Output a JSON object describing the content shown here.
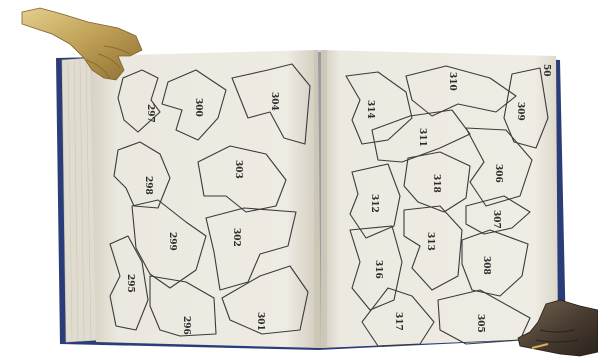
{
  "photo": {
    "subject": "",
    "colors": {
      "page": "#eeece4",
      "page_shadow": "#d9d5c8",
      "cover": "#2b3d78",
      "brass": "#c3a35a",
      "bronze": "#4b3e33",
      "ink": "#3b3b3b"
    }
  },
  "left_page": {
    "puzzles": [
      {
        "id": "p297",
        "label": "297"
      },
      {
        "id": "p300",
        "label": "300"
      },
      {
        "id": "p304",
        "label": "304"
      },
      {
        "id": "p298",
        "label": "298"
      },
      {
        "id": "p303",
        "label": "303"
      },
      {
        "id": "p299",
        "label": "299"
      },
      {
        "id": "p302",
        "label": "302"
      },
      {
        "id": "p295",
        "label": "295"
      },
      {
        "id": "p296",
        "label": "296"
      },
      {
        "id": "p301",
        "label": "301"
      }
    ]
  },
  "right_page": {
    "page_number": "50",
    "puzzles": [
      {
        "id": "p310",
        "label": "310"
      },
      {
        "id": "p314",
        "label": "314"
      },
      {
        "id": "p309",
        "label": "309"
      },
      {
        "id": "p311",
        "label": "311"
      },
      {
        "id": "p306",
        "label": "306"
      },
      {
        "id": "p318",
        "label": "318"
      },
      {
        "id": "p312",
        "label": "312"
      },
      {
        "id": "p307",
        "label": "307"
      },
      {
        "id": "p313",
        "label": "313"
      },
      {
        "id": "p316",
        "label": "316"
      },
      {
        "id": "p308",
        "label": "308"
      },
      {
        "id": "p317",
        "label": "317"
      },
      {
        "id": "p305",
        "label": "305"
      }
    ]
  }
}
